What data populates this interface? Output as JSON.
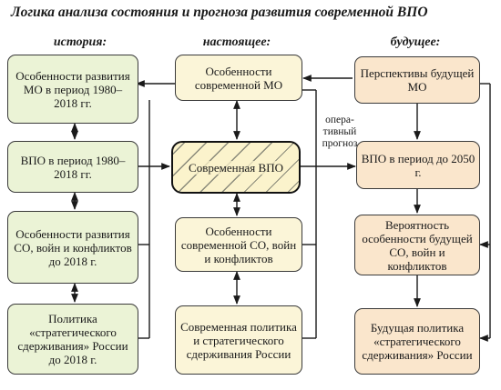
{
  "title": "Логика анализа состояния и прогноза развития современной ВПО",
  "columns": {
    "history": "история:",
    "present": "настоящее:",
    "future": "будущее:"
  },
  "boxes": {
    "h1": "Особенности развития МО в период 1980–2018 гг.",
    "h2": "ВПО в период 1980–2018 гг.",
    "h3": "Особенности развития СО, войн и конфликтов до 2018 г.",
    "h4": "Политика «стратегического сдерживания» России до 2018 г.",
    "p1": "Особенности современной МО",
    "p2": "Современная ВПО",
    "p3": "Особенности современной СО, войн и конфликтов",
    "p4": "Современная политика и стратегического сдерживания России",
    "f1": "Перспективы будущей МО",
    "f2": "ВПО в период до 2050 г.",
    "f3": "Вероятность особенности будущей СО, войн и конфликтов",
    "f4": "Будущая политика «стратегического сдерживания» России"
  },
  "side_note": "опера-тивный прогноз"
}
